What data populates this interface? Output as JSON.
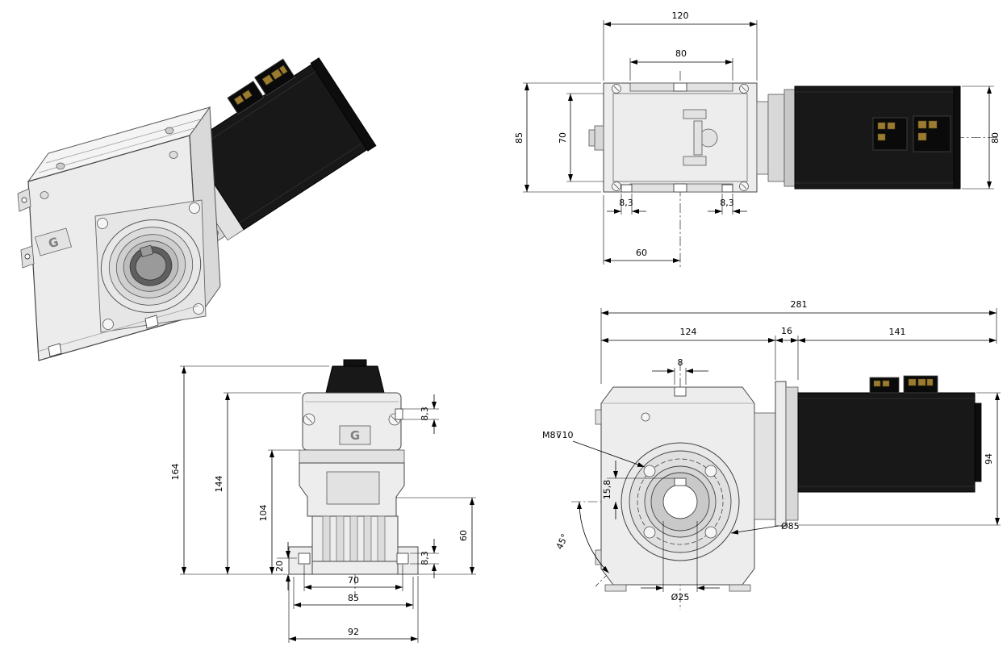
{
  "drawing": {
    "background": "#ffffff",
    "line_color": "#000000",
    "part_fill": "#ededed",
    "motor_fill": "#181818",
    "pin_color": "#9a7b2f"
  },
  "brand": {
    "logo_text": "G"
  },
  "views": {
    "isometric": {
      "label": "isometric-view"
    },
    "top": {
      "dims": {
        "overall_width": "120",
        "tab_width": "80",
        "overall_depth": "85",
        "inner_depth": "70",
        "slot_left": "8,3",
        "slot_right": "8,3",
        "center_offset": "60",
        "motor_width": "80"
      }
    },
    "front": {
      "dims": {
        "overall_height": "164",
        "body_height": "144",
        "upper_height": "104",
        "foot_height": "20",
        "ear_slot": "8,3",
        "foot_slot": "8,3",
        "lower_height": "60",
        "slot_spacing": "70",
        "mount_width": "85",
        "overall_width": "92"
      }
    },
    "side": {
      "dims": {
        "overall_length": "281",
        "gearbox_length": "124",
        "adapter_length": "16",
        "motor_length": "141",
        "top_slot": "8",
        "motor_height": "94",
        "tap_callout": "M8⊽10",
        "key_height": "15,8",
        "bolt_angle": "45°",
        "flange_dia": "Ø85",
        "bore_dia": "Ø25"
      }
    }
  }
}
